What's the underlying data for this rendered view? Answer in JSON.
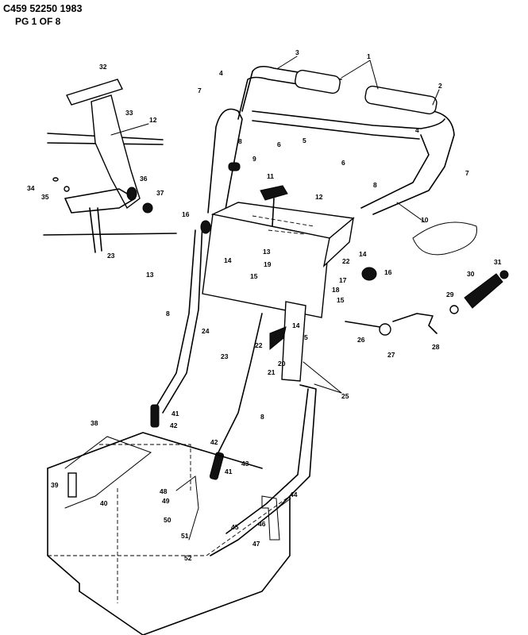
{
  "header": {
    "doc_code": "C459 52250 1983",
    "page_label": "PG 1 OF 8"
  },
  "diagram": {
    "parts": [
      {
        "key": "p1",
        "label": "1"
      },
      {
        "key": "p2",
        "label": "2"
      },
      {
        "key": "p3",
        "label": "3"
      },
      {
        "key": "p4a",
        "label": "4"
      },
      {
        "key": "p4b",
        "label": "4"
      },
      {
        "key": "p5a",
        "label": "5"
      },
      {
        "key": "p5b",
        "label": "5"
      },
      {
        "key": "p6a",
        "label": "6"
      },
      {
        "key": "p6b",
        "label": "6"
      },
      {
        "key": "p7a",
        "label": "7"
      },
      {
        "key": "p7b",
        "label": "7"
      },
      {
        "key": "p8a",
        "label": "8"
      },
      {
        "key": "p8b",
        "label": "8"
      },
      {
        "key": "p8c",
        "label": "8"
      },
      {
        "key": "p8d",
        "label": "8"
      },
      {
        "key": "p9",
        "label": "9"
      },
      {
        "key": "p10",
        "label": "10"
      },
      {
        "key": "p11",
        "label": "11"
      },
      {
        "key": "p12a",
        "label": "12"
      },
      {
        "key": "p12b",
        "label": "12"
      },
      {
        "key": "p13a",
        "label": "13"
      },
      {
        "key": "p13b",
        "label": "13"
      },
      {
        "key": "p14a",
        "label": "14"
      },
      {
        "key": "p14b",
        "label": "14"
      },
      {
        "key": "p14c",
        "label": "14"
      },
      {
        "key": "p15a",
        "label": "15"
      },
      {
        "key": "p15b",
        "label": "15"
      },
      {
        "key": "p16a",
        "label": "16"
      },
      {
        "key": "p16b",
        "label": "16"
      },
      {
        "key": "p17",
        "label": "17"
      },
      {
        "key": "p18",
        "label": "18"
      },
      {
        "key": "p19",
        "label": "19"
      },
      {
        "key": "p20",
        "label": "20"
      },
      {
        "key": "p21",
        "label": "21"
      },
      {
        "key": "p22a",
        "label": "22"
      },
      {
        "key": "p22b",
        "label": "22"
      },
      {
        "key": "p23a",
        "label": "23"
      },
      {
        "key": "p23b",
        "label": "23"
      },
      {
        "key": "p24",
        "label": "24"
      },
      {
        "key": "p25",
        "label": "25"
      },
      {
        "key": "p26",
        "label": "26"
      },
      {
        "key": "p27",
        "label": "27"
      },
      {
        "key": "p28",
        "label": "28"
      },
      {
        "key": "p29",
        "label": "29"
      },
      {
        "key": "p30",
        "label": "30"
      },
      {
        "key": "p31",
        "label": "31"
      },
      {
        "key": "p32",
        "label": "32"
      },
      {
        "key": "p33",
        "label": "33"
      },
      {
        "key": "p34",
        "label": "34"
      },
      {
        "key": "p35",
        "label": "35"
      },
      {
        "key": "p36",
        "label": "36"
      },
      {
        "key": "p37",
        "label": "37"
      },
      {
        "key": "p38",
        "label": "38"
      },
      {
        "key": "p39",
        "label": "39"
      },
      {
        "key": "p40",
        "label": "40"
      },
      {
        "key": "p41a",
        "label": "41"
      },
      {
        "key": "p41b",
        "label": "41"
      },
      {
        "key": "p42a",
        "label": "42"
      },
      {
        "key": "p42b",
        "label": "42"
      },
      {
        "key": "p43",
        "label": "43"
      },
      {
        "key": "p44",
        "label": "44"
      },
      {
        "key": "p45",
        "label": "45"
      },
      {
        "key": "p46",
        "label": "46"
      },
      {
        "key": "p47",
        "label": "47"
      },
      {
        "key": "p48",
        "label": "48"
      },
      {
        "key": "p49",
        "label": "49"
      },
      {
        "key": "p50",
        "label": "50"
      },
      {
        "key": "p51",
        "label": "51"
      },
      {
        "key": "p52",
        "label": "52"
      }
    ]
  }
}
